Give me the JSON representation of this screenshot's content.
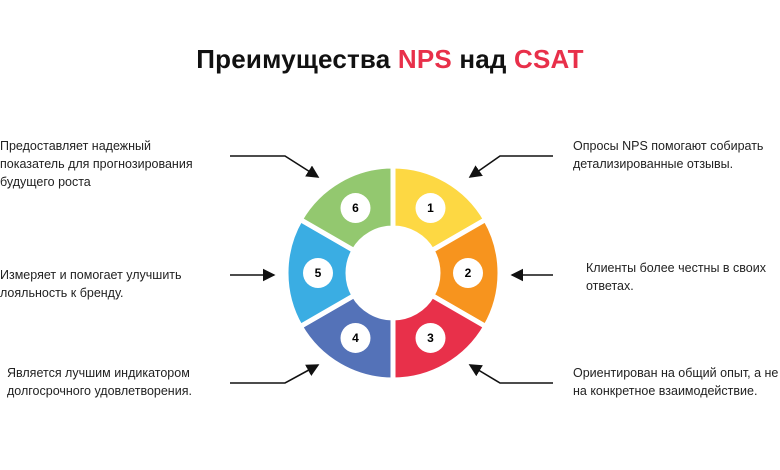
{
  "title": {
    "part1": "Преимущества ",
    "nps": "NPS",
    "part2": " над ",
    "csat": "CSAT"
  },
  "colors": {
    "accent": "#E8304A",
    "seg1": "#FDD843",
    "seg2": "#F7941E",
    "seg3": "#E8304A",
    "seg4": "#5472B8",
    "seg5": "#3AADE3",
    "seg6": "#93C86F"
  },
  "segments": [
    {
      "num": "1",
      "text": [
        "Опросы NPS помогают собирать",
        "детализированные отзывы."
      ]
    },
    {
      "num": "2",
      "text": [
        "Клиенты более честны в своих",
        "ответах."
      ]
    },
    {
      "num": "3",
      "text": [
        "Ориентирован на общий опыт, а не",
        "на конкретное взаимодействие."
      ]
    },
    {
      "num": "4",
      "text": [
        "Является лучшим индикатором",
        "долгосрочного удовлетворения."
      ]
    },
    {
      "num": "5",
      "text": [
        "Измеряет и помогает улучшить",
        "лояльность к бренду."
      ]
    },
    {
      "num": "6",
      "text": [
        "Предоставляет надежный",
        "показатель для прогнозирования",
        "будущего роста"
      ]
    }
  ]
}
